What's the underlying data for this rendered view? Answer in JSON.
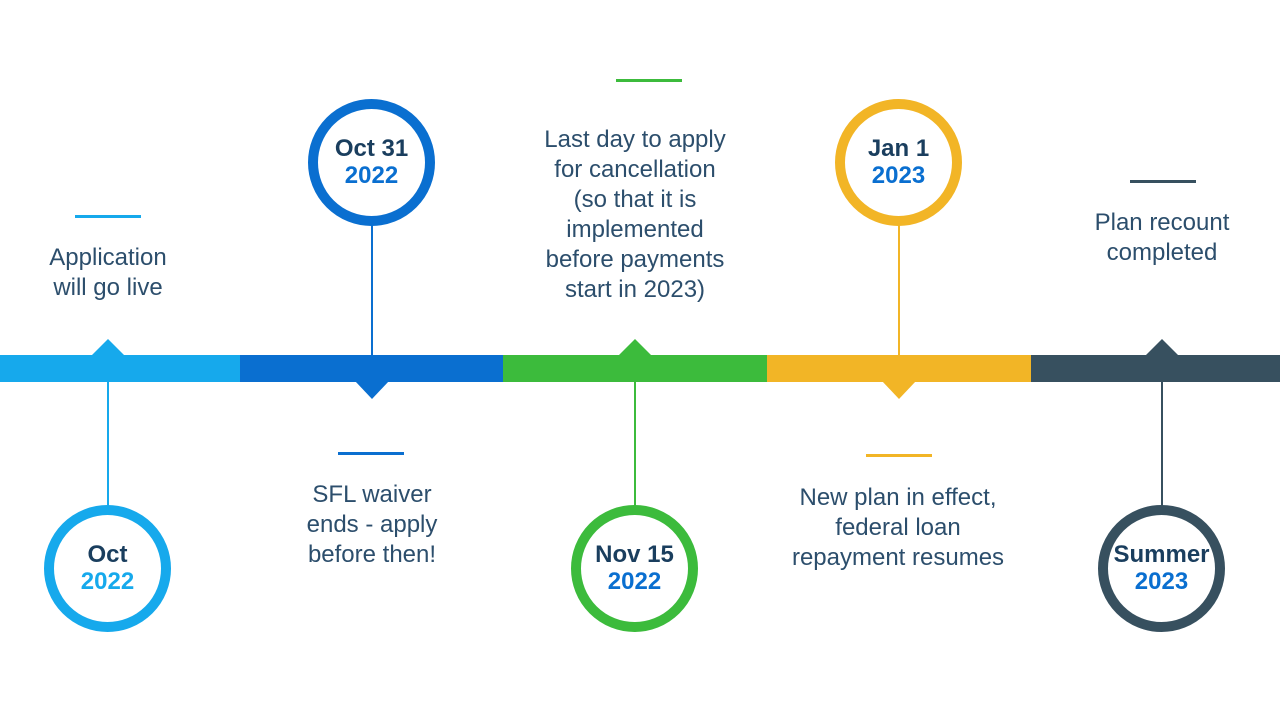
{
  "colors": {
    "sky_blue": "#16a9ec",
    "blue": "#0a6fd0",
    "green": "#3cbb3c",
    "yellow": "#f2b526",
    "slate": "#37505f",
    "text_dark": "#1a3e5e",
    "text_body": "#2c4e6c"
  },
  "milestones": [
    {
      "date_top": "Oct",
      "date_bottom": "2022",
      "lines": [
        "Application",
        "will go live"
      ]
    },
    {
      "date_top": "Oct 31",
      "date_bottom": "2022",
      "lines": [
        "SFL waiver",
        "ends - apply",
        "before then!"
      ]
    },
    {
      "date_top": "Nov 15",
      "date_bottom": "2022",
      "lines": [
        "Last day to apply",
        "for cancellation",
        "(so that it is",
        "implemented",
        "before payments",
        "start in 2023)"
      ]
    },
    {
      "date_top": "Jan 1",
      "date_bottom": "2023",
      "lines": [
        "New plan in effect,",
        "federal loan",
        "repayment resumes"
      ]
    },
    {
      "date_top": "Summer",
      "date_bottom": "2023",
      "lines": [
        "Plan recount",
        "completed"
      ]
    }
  ]
}
